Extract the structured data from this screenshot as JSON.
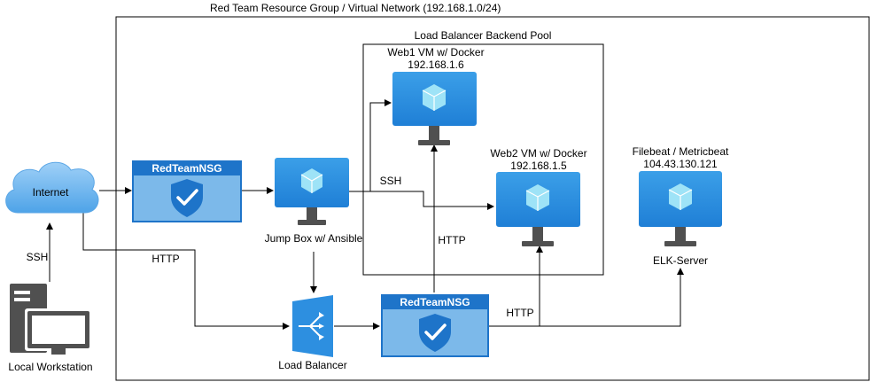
{
  "diagram": {
    "title": "Red Team Resource Group / Virtual Network (192.168.1.0/24)",
    "pool_title": "Load Balancer Backend Pool",
    "internet_label": "Internet",
    "local_workstation_label": "Local Workstation",
    "nsg_top_title": "RedTeamNSG",
    "nsg_bottom_title": "RedTeamNSG",
    "jumpbox_label": "Jump Box w/ Ansible",
    "lb_label": "Load Balancer",
    "web1_name": "Web1 VM w/ Docker",
    "web1_ip": "192.168.1.6",
    "web2_name": "Web2 VM w/ Docker",
    "web2_ip": "192.168.1.5",
    "elk_title": "Filebeat / Metricbeat",
    "elk_ip": "104.43.130.121",
    "elk_label": "ELK-Server",
    "edge_labels": {
      "ssh_workstation": "SSH",
      "http_internet": "HTTP",
      "ssh_jumpbox": "SSH",
      "http_lb_web1": "HTTP",
      "http_nsg_web2": "HTTP"
    }
  },
  "colors": {
    "azure_blue": "#2d8fe0",
    "nsg_blue": "#1e74c9",
    "nsg_fill": "#7cb9ea",
    "cloud_blue": "#6ab0ea",
    "server_gray": "#505050"
  },
  "icons": [
    "cloud-icon",
    "workstation-icon",
    "shield-check-icon",
    "vm-monitor-icon",
    "load-balancer-icon"
  ]
}
